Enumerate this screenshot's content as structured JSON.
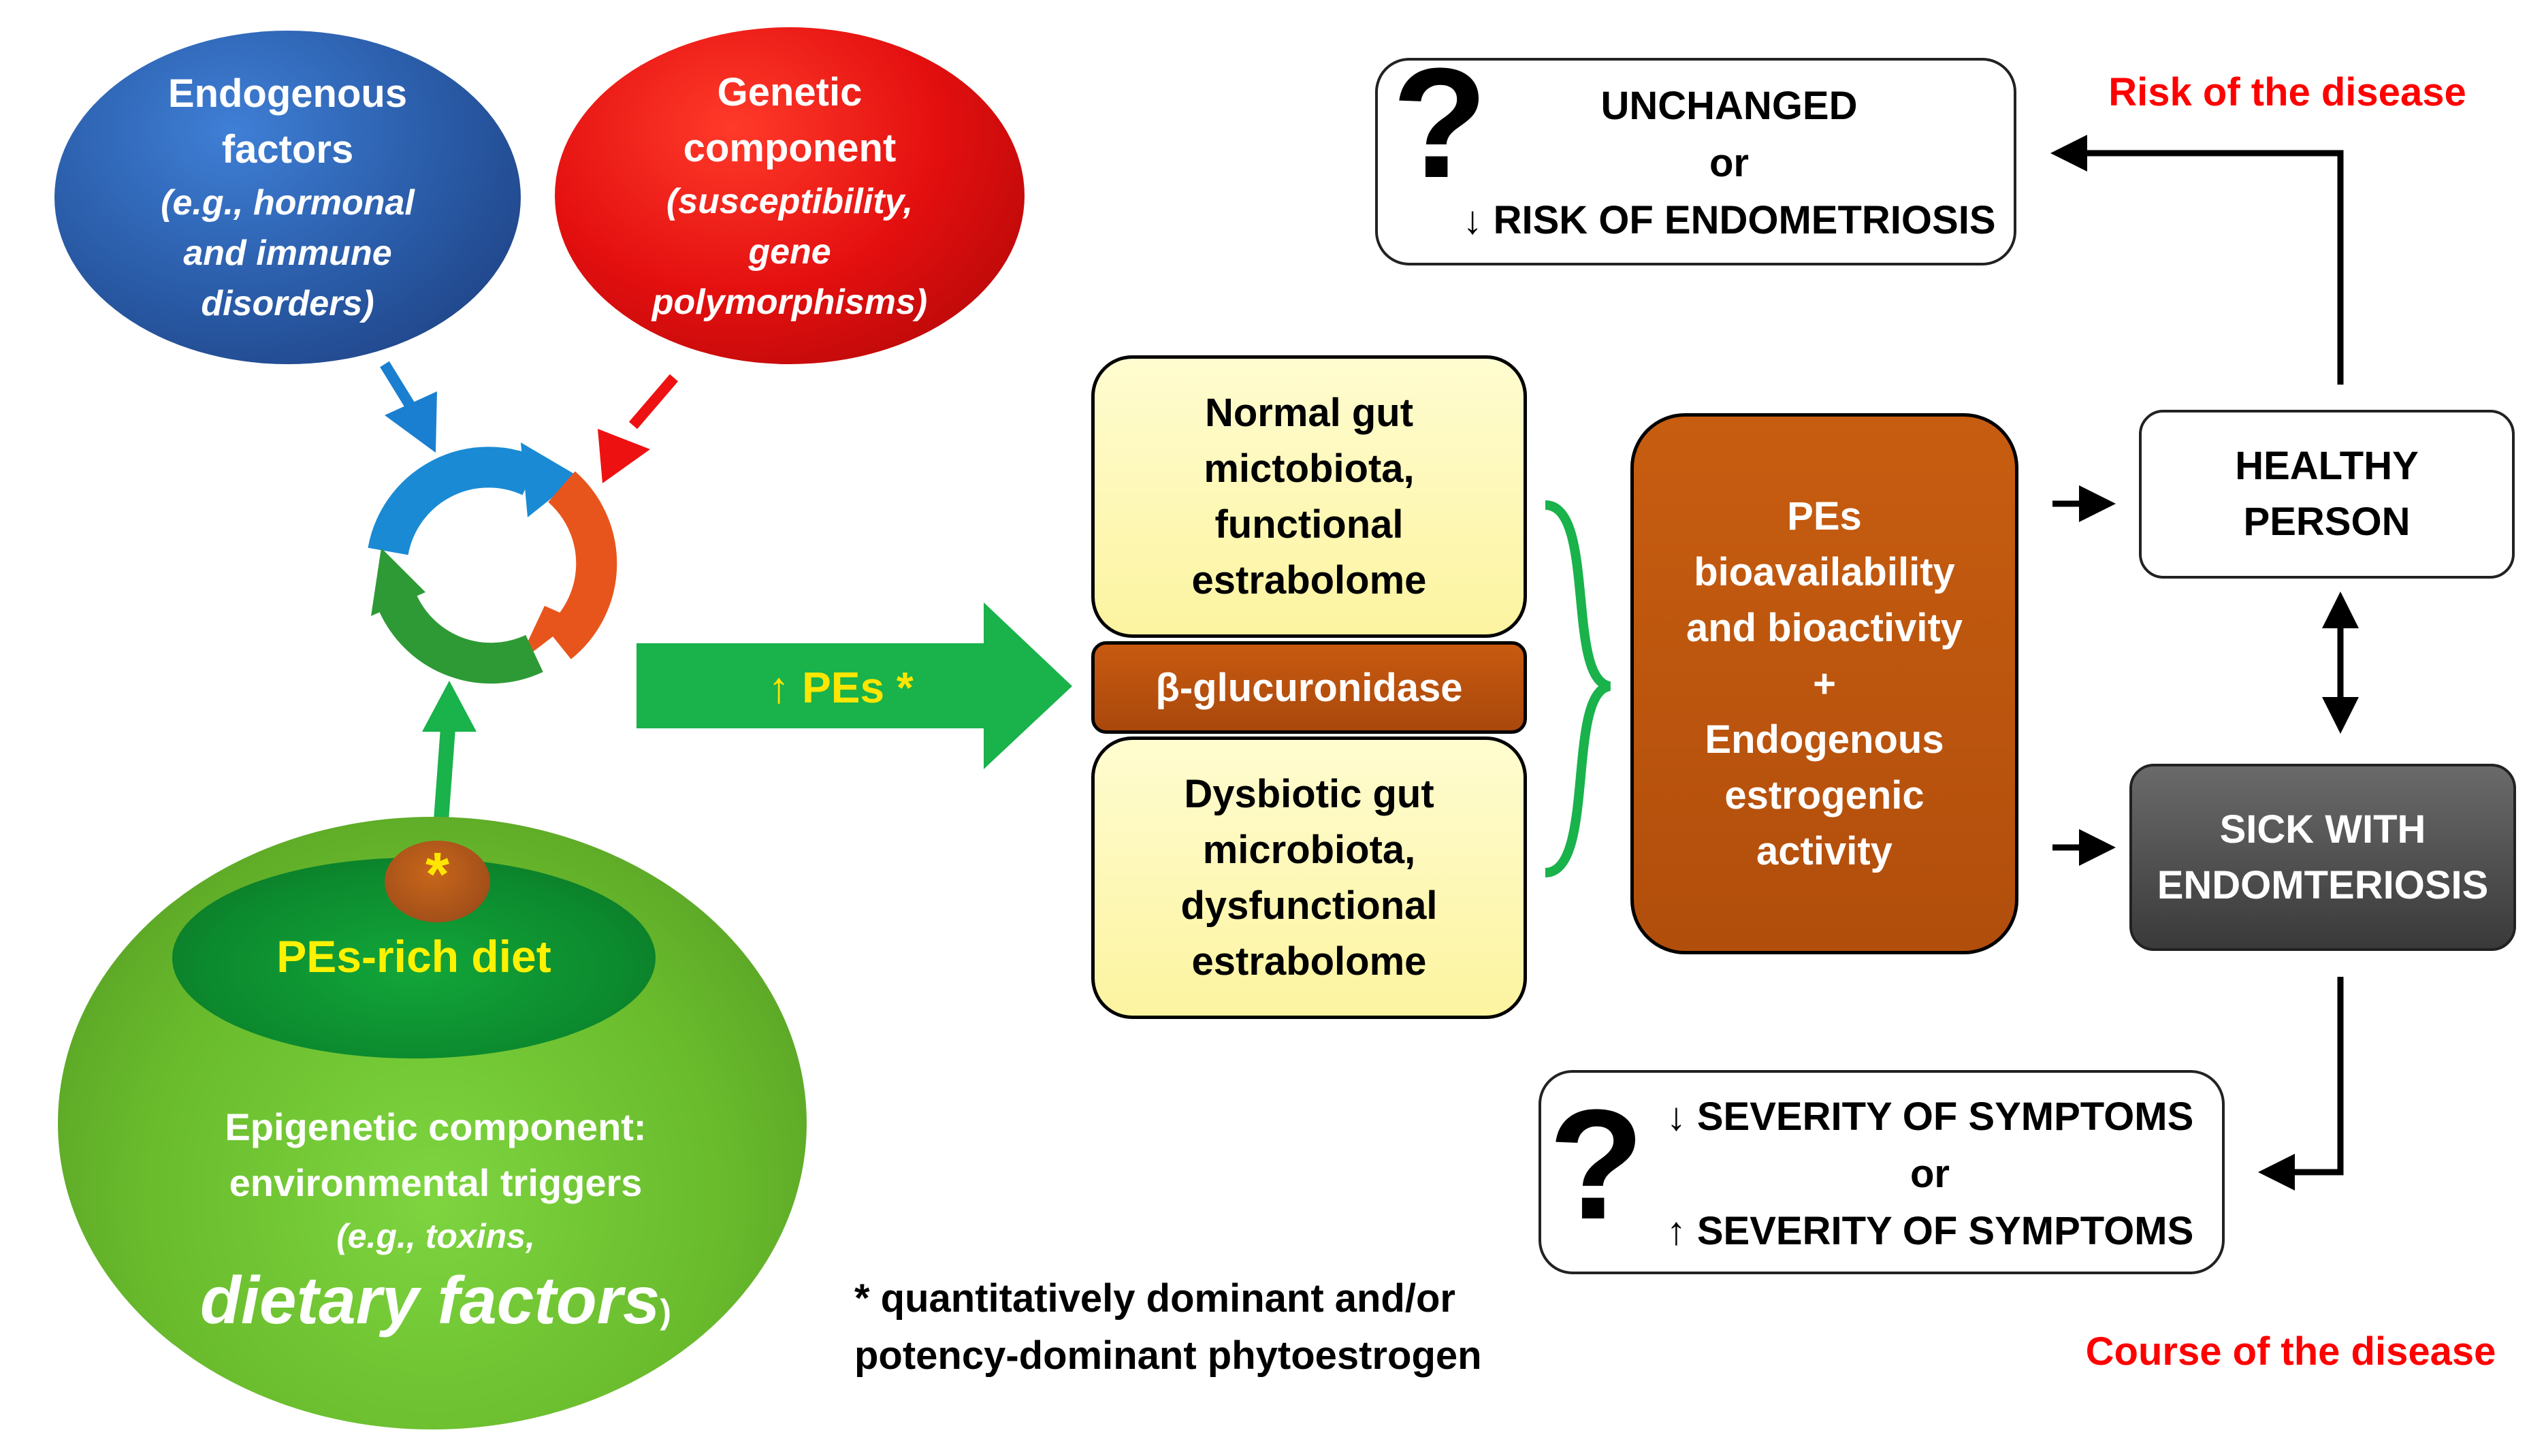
{
  "endogenous": {
    "line1": "Endogenous",
    "line2": "factors",
    "sub1": "(e.g., hormonal",
    "sub2": "and immune",
    "sub3": "disorders)"
  },
  "genetic": {
    "line1": "Genetic",
    "line2": "component",
    "sub1": "(susceptibility,",
    "sub2": "gene",
    "sub3": "polymorphisms)"
  },
  "diet": {
    "seed_mark": "*",
    "label": "PEs-rich diet"
  },
  "epigenetic": {
    "line1": "Epigenetic component:",
    "line2": "environmental triggers",
    "line3": "(e.g., toxins,",
    "line4_big": "dietary factors",
    "line4_end": ")"
  },
  "pes_arrow": {
    "label": "↑ PEs *"
  },
  "normal_gut": {
    "line1": "Normal gut",
    "line2": "mictobiota,",
    "line3": "functional",
    "line4": "estrabolome"
  },
  "glucuronidase": {
    "label": "β-glucuronidase"
  },
  "dysbiotic_gut": {
    "line1": "Dysbiotic  gut",
    "line2": "microbiota,",
    "line3": "dysfunctional",
    "line4": "estrabolome"
  },
  "pes_box": {
    "line1": "PEs",
    "line2": "bioavailability",
    "line3": "and bioactivity",
    "line4": "+",
    "line5": "Endogenous",
    "line6": "estrogenic",
    "line7": "activity"
  },
  "healthy": {
    "line1": "HEALTHY",
    "line2": "PERSON"
  },
  "sick": {
    "line1": "SICK WITH",
    "line2": "ENDOMTERIOSIS"
  },
  "unchanged": {
    "mark": "?",
    "line1": "UNCHANGED",
    "line2": "or",
    "line3": "↓ RISK OF ENDOMETRIOSIS"
  },
  "severity": {
    "mark": "?",
    "line1": "↓ SEVERITY OF SYMPTOMS",
    "line2": "or",
    "line3": "↑ SEVERITY OF SYMPTOMS"
  },
  "labels": {
    "risk": "Risk of the disease",
    "course": "Course of the disease"
  },
  "footnote": {
    "line1": "* quantitatively dominant and/or",
    "line2": "potency-dominant phytoestrogen"
  },
  "colors": {
    "endogenous": "#2a5ca8",
    "genetic": "#e30f0f",
    "cycle_blue": "#1a8ad4",
    "cycle_orange": "#e8551c",
    "cycle_green": "#2e9a35",
    "pes_arrow": "#19b24b",
    "brace": "#19b24b",
    "risk_text": "#ff0000",
    "pes_box": "#b9530d"
  }
}
